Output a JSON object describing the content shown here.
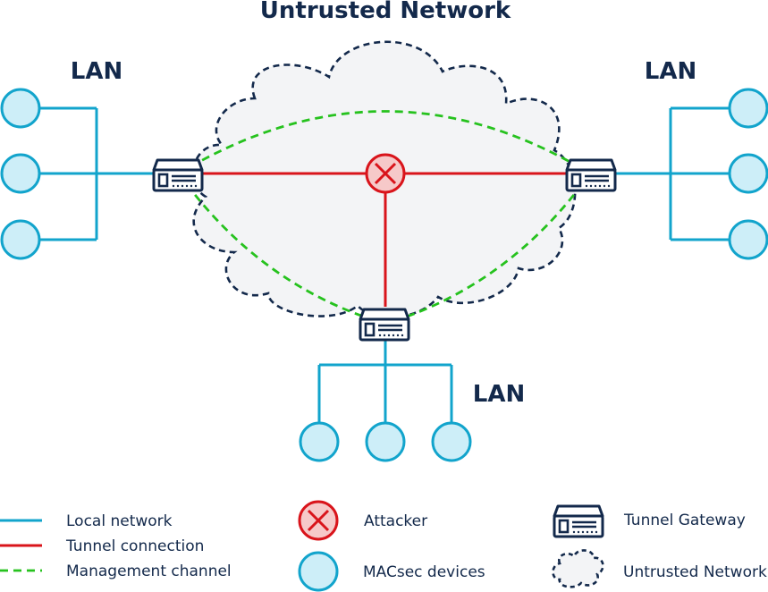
{
  "title": "Untrusted Network",
  "lan_labels": {
    "left": "LAN",
    "right": "LAN",
    "bottom": "LAN"
  },
  "legend": {
    "local_network": "Local network",
    "tunnel_connection": "Tunnel connection",
    "management_channel": "Management channel",
    "attacker": "Attacker",
    "macsec_devices": "MACsec devices",
    "tunnel_gateway": "Tunnel Gateway",
    "untrusted_network": "Untrusted Network"
  },
  "colors": {
    "local_network": "#12a4cc",
    "device_fill": "#cdeef8",
    "tunnel": "#d9141b",
    "attacker_fill": "#f6c9c9",
    "management": "#26c21e",
    "navy": "#13294b",
    "cloud_fill": "#f3f4f6"
  },
  "icons": {
    "gateway": "tunnel-gateway-icon",
    "attacker": "attacker-icon",
    "device": "macsec-device-icon",
    "cloud": "cloud-icon"
  }
}
